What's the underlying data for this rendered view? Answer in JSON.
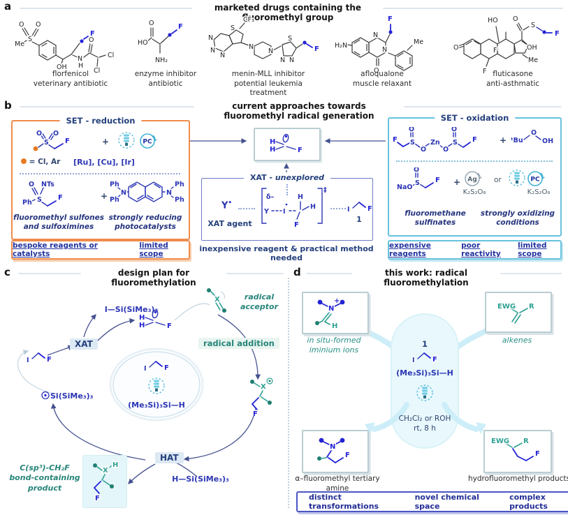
{
  "atoms": {
    "O": "O",
    "S": "S",
    "N": "N",
    "H": "H",
    "F": "F",
    "Cl": "Cl",
    "I": "I",
    "Me": "Me",
    "OH": "OH",
    "HO": "HO",
    "NH2": "NH₂",
    "H2N": "H₂N",
    "NTs": "NTs",
    "Ph": "Ph",
    "CF3": "CF₃",
    "NaO": "NaO",
    "Zn": "Zn",
    "X": "X",
    "Y": "Y",
    "R": "R",
    "EWG": "EWG",
    "Ag": "Ag",
    "PC": "PC",
    "tBu": "ᵗBu",
    "delta": "δ–",
    "ddag": "‡",
    "rad": "•"
  },
  "sym": {
    "plus": "+",
    "or": "or"
  },
  "a": {
    "label": "a",
    "title": "marketed drugs containing the fluoromethyl group",
    "drugs": [
      {
        "name": "florfenicol",
        "desc": "veterinary antibiotic"
      },
      {
        "name": "enzyme inhibitor",
        "desc": "antibiotic"
      },
      {
        "name": "menin-MLL inhibitor",
        "desc": "potential leukemia treatment"
      },
      {
        "name": "afloqualone",
        "desc": "muscle relaxant"
      },
      {
        "name": "fluticasone",
        "desc": "anti-asthmatic"
      }
    ]
  },
  "b": {
    "label": "b",
    "title": "current approaches towards fluoromethyl radical generation",
    "reduction": {
      "title": "SET - reduction",
      "legend": "= Cl, Ar",
      "catalysts": "[Ru], [Cu], [Ir]",
      "cap_l1": "fluoromethyl sulfones",
      "cap_l2": "and sulfoximines",
      "cap_r1": "strongly reducing",
      "cap_r2": "photocatalysts",
      "foot1": "bespoke reagents or catalysts",
      "foot2": "limited scope"
    },
    "xat": {
      "t1": "XAT -",
      "t2": "unexplored",
      "agent": "XAT agent",
      "one": "1",
      "footer": "inexpensive reagent & practical method needed"
    },
    "oxidation": {
      "title": "SET - oxidation",
      "k1": "K₂S₂O₈",
      "k2": "K₂S₂O₈",
      "cap_l1": "fluoromethane",
      "cap_l2": "sulfinates",
      "cap_r1": "strongly oxidizing",
      "cap_r2": "conditions",
      "foot1": "expensive reagents",
      "foot2": "poor reactivity",
      "foot3": "limited scope"
    }
  },
  "c": {
    "label": "c",
    "title": "design plan for fluoromethylation",
    "xat": "XAT",
    "hat": "HAT",
    "iodosilane": "I—Si(SiMe₃)₃",
    "silyl": "Si(SiMe₃)₃",
    "silane": "(Me₃Si)₃Si—H",
    "hsilane": "H—Si(SiMe₃)₃",
    "acc1": "radical",
    "acc2": "acceptor",
    "addition": "radical addition",
    "prod1": "C(sp³)-CH₂F",
    "prod2": "bond-containing",
    "prod3": "product"
  },
  "d": {
    "label": "d",
    "title": "this work: radical fluoromethylation",
    "im1": "in situ-formed",
    "im2": "iminium ions",
    "alkenes": "alkenes",
    "one": "1",
    "silane": "(Me₃Si)₃Si—H",
    "cond1": "CH₂Cl₂ or ROH",
    "cond2": "rt, 8 h",
    "amine": "α–fluoromethyl tertiary amine",
    "hydro": "hydrofluoromethyl products",
    "foot1": "distinct transformations",
    "foot2": "novel chemical space",
    "foot3": "complex products"
  },
  "colors": {
    "orange": "#ef8c4c",
    "cyan": "#67c2de",
    "indigo": "#4a55c4",
    "navy": "#24407c",
    "structure_blue": "#2b35b5",
    "fluoro_blue": "#2323d6",
    "teal": "#2fa093",
    "gray_box": "#b9cdd2"
  }
}
